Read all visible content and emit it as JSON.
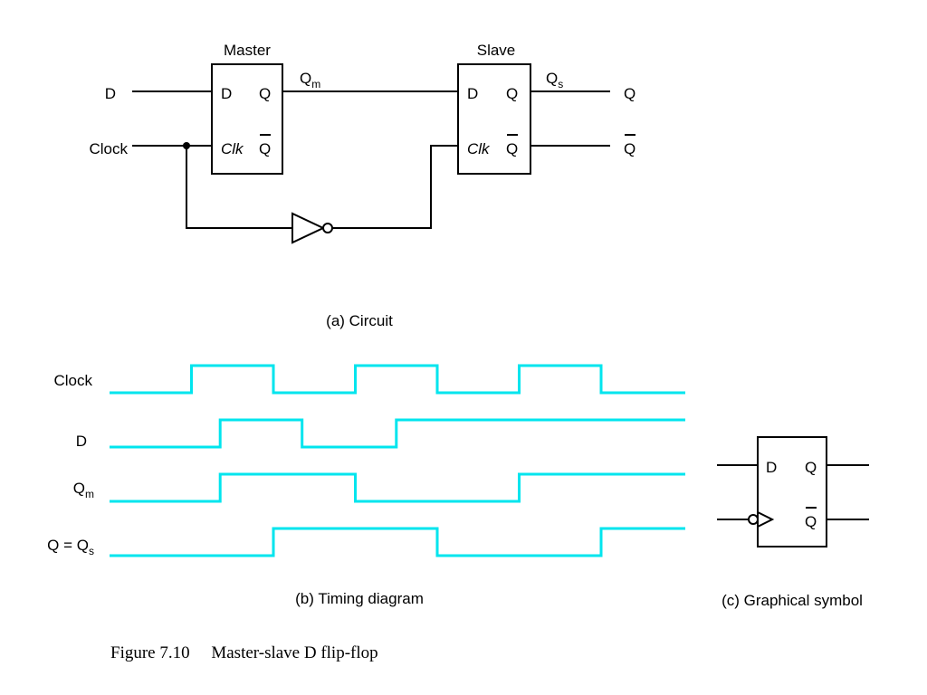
{
  "circuit": {
    "master_title": "Master",
    "slave_title": "Slave",
    "input_d": "D",
    "input_clock": "Clock",
    "pin_d": "D",
    "pin_q": "Q",
    "pin_clk": "Clk",
    "pin_qbar": "Q",
    "qm_main": "Q",
    "qm_sub": "m",
    "qs_main": "Q",
    "qs_sub": "s",
    "out_q": "Q",
    "out_qbar": "Q",
    "caption": "(a) Circuit"
  },
  "timing": {
    "labels": {
      "clock": "Clock",
      "d": "D",
      "qm_main": "Q",
      "qm_sub": "m",
      "qs_prefix": "Q  =  Q",
      "qs_sub": "s"
    },
    "caption": "(b) Timing diagram",
    "color": "#00e5ee",
    "signals": [
      {
        "key": "clock",
        "initial": 0,
        "transitions": [
          1,
          2,
          3,
          4,
          5,
          6
        ]
      },
      {
        "key": "d",
        "initial": 0,
        "transitions": [
          1.35,
          2.35,
          3.5
        ]
      },
      {
        "key": "qm",
        "initial": 0,
        "transitions": [
          1.35,
          3,
          5
        ]
      },
      {
        "key": "qs",
        "initial": 0,
        "transitions": [
          2,
          4,
          6
        ]
      }
    ]
  },
  "symbol": {
    "pin_d": "D",
    "pin_q": "Q",
    "pin_qbar": "Q",
    "caption": "(c) Graphical symbol"
  },
  "figure_caption": "Figure 7.10     Master-slave D flip-flop"
}
